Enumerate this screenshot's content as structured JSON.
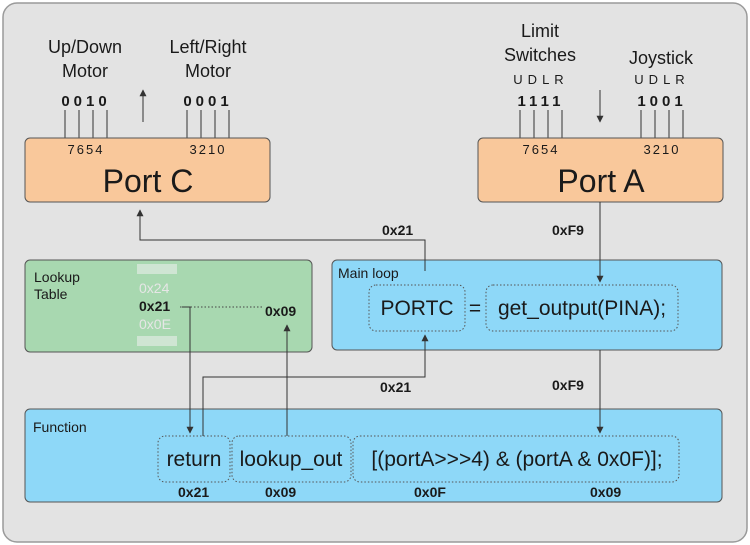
{
  "colors": {
    "background": "#e3e3e3",
    "port_fill": "#f9c89b",
    "main_loop_fill": "#8ed8f8",
    "function_fill": "#8ed8f8",
    "lookup_fill": "#a8d8b0",
    "lookup_ghost": "#e6e6e6"
  },
  "port_c": {
    "label": "Port C",
    "up_down_label_line1": "Up/Down",
    "up_down_label_line2": "Motor",
    "left_right_label_line1": "Left/Right",
    "left_right_label_line2": "Motor",
    "high_bits": "0010",
    "low_bits": "0001",
    "high_pins": "7654",
    "low_pins": "3210",
    "arrow_icon": "arrow-up-icon"
  },
  "port_a": {
    "label": "Port A",
    "limit_label_line1": "Limit",
    "limit_label_line2": "Switches",
    "joystick_label": "Joystick",
    "limit_dirs": "UDLR",
    "joystick_dirs": "UDLR",
    "high_bits": "1111",
    "low_bits": "1001",
    "high_pins": "7654",
    "low_pins": "3210",
    "arrow_icon": "arrow-down-icon"
  },
  "lookup": {
    "title_line1": "Lookup",
    "title_line2": "Table",
    "entry_prev": "0x24",
    "entry_selected": "0x21",
    "entry_next": "0x0E",
    "result": "0x09"
  },
  "main_loop": {
    "title": "Main loop",
    "lhs": "PORTC",
    "eq": "=",
    "rhs": "get_output(PINA);"
  },
  "function": {
    "title": "Function",
    "ret": "return",
    "call": "lookup_out",
    "arg": "[(portA>>>4) & (portA & 0x0F)];"
  },
  "values": {
    "to_port_c": "0x21",
    "from_port_a": "0xF9",
    "into_function": "0xF9",
    "return_to_main": "0x21",
    "under_return": "0x21",
    "under_lookup": "0x09",
    "under_arg_left": "0x0F",
    "under_arg_right": "0x09"
  }
}
